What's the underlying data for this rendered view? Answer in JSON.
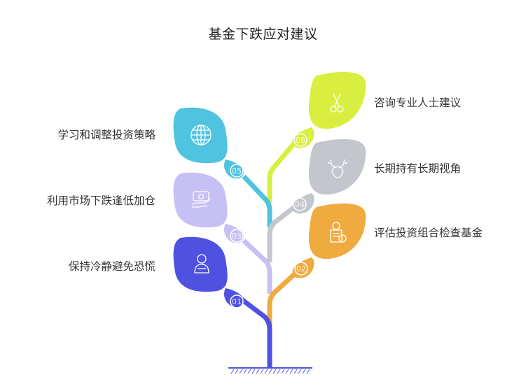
{
  "title": "基金下跌应对建议",
  "colors": {
    "c1": "#4f52e0",
    "c2": "#f0ab40",
    "c3": "#c6c0f4",
    "c4": "#c3c6cc",
    "c5": "#4fc3df",
    "c6": "#d9ef3f"
  },
  "items": [
    {
      "number": "01",
      "label": "保持冷静避免恐慌",
      "side": "left",
      "icon": "person-meditating-icon"
    },
    {
      "number": "02",
      "label": "评估投资组合检查基金",
      "side": "right",
      "icon": "money-document-icon"
    },
    {
      "number": "03",
      "label": "利用市场下跌逢低加仓",
      "side": "left",
      "icon": "hand-holding-money-icon"
    },
    {
      "number": "04",
      "label": "长期持有长期视角",
      "side": "right",
      "icon": "deer-head-icon"
    },
    {
      "number": "05",
      "label": "学习和调整投资策略",
      "side": "left",
      "icon": "globe-icon"
    },
    {
      "number": "06",
      "label": "咨询专业人士建议",
      "side": "right",
      "icon": "scissors-icon"
    }
  ]
}
